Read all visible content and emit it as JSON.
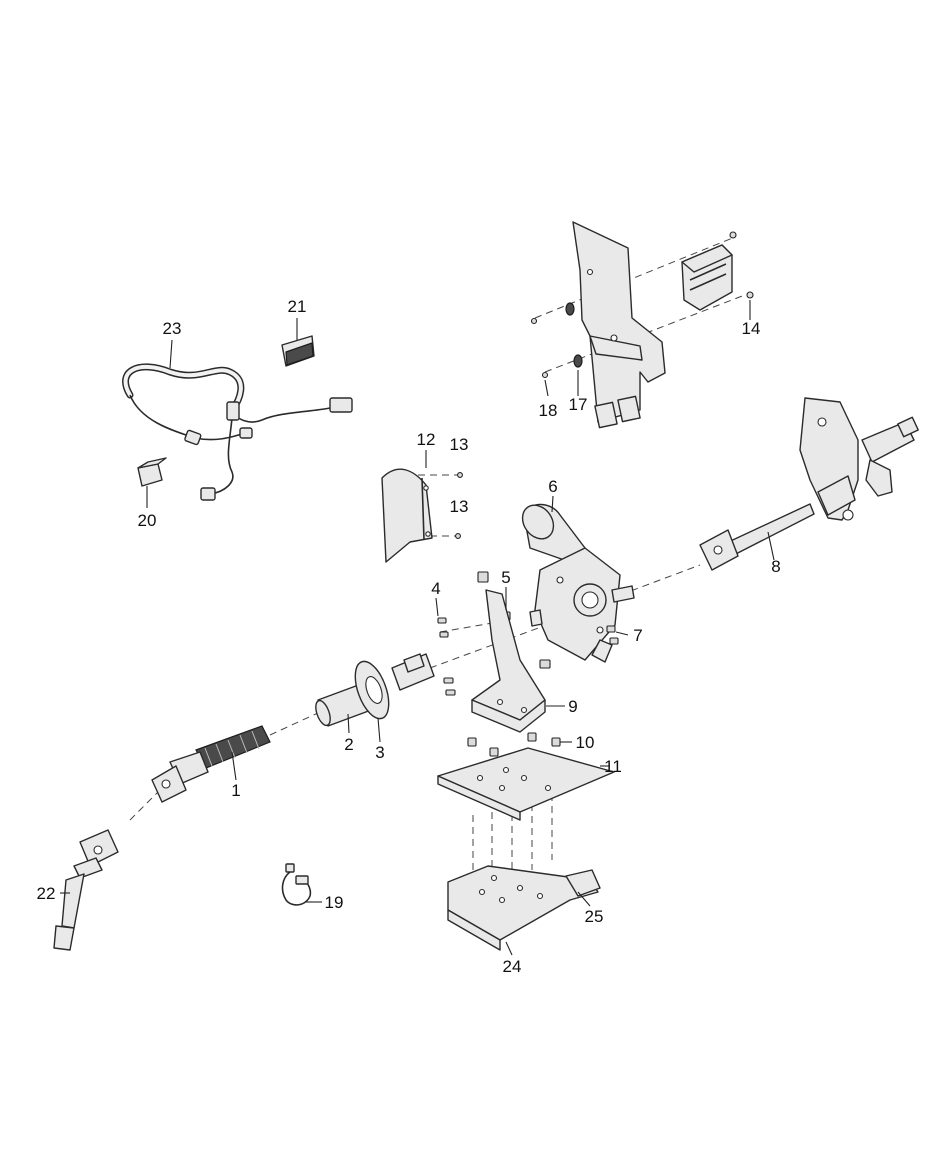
{
  "callouts": [
    {
      "id": "1",
      "label": "1"
    },
    {
      "id": "2",
      "label": "2"
    },
    {
      "id": "3",
      "label": "3"
    },
    {
      "id": "4",
      "label": "4"
    },
    {
      "id": "5",
      "label": "5"
    },
    {
      "id": "6",
      "label": "6"
    },
    {
      "id": "7",
      "label": "7"
    },
    {
      "id": "8",
      "label": "8"
    },
    {
      "id": "9",
      "label": "9"
    },
    {
      "id": "10",
      "label": "10"
    },
    {
      "id": "11",
      "label": "11"
    },
    {
      "id": "12",
      "label": "12"
    },
    {
      "id": "13a",
      "label": "13"
    },
    {
      "id": "13b",
      "label": "13"
    },
    {
      "id": "14",
      "label": "14"
    },
    {
      "id": "17",
      "label": "17"
    },
    {
      "id": "18",
      "label": "18"
    },
    {
      "id": "19",
      "label": "19"
    },
    {
      "id": "20",
      "label": "20"
    },
    {
      "id": "21",
      "label": "21"
    },
    {
      "id": "22",
      "label": "22"
    },
    {
      "id": "23",
      "label": "23"
    },
    {
      "id": "24",
      "label": "24"
    },
    {
      "id": "25",
      "label": "25"
    }
  ]
}
